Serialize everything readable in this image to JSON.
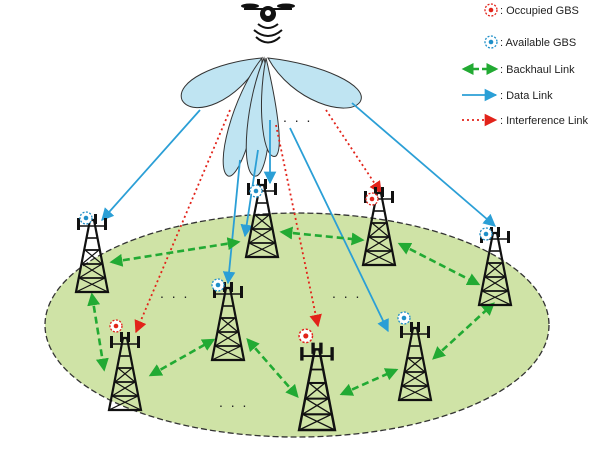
{
  "legend": {
    "occupied_gbs": ": Occupied GBS",
    "available_gbs": ": Available GBS",
    "backhaul_link": ": Backhaul Link",
    "data_link": ": Data Link",
    "interference_link": ": Interference Link"
  },
  "ellipsis": {
    "beams": ". . .",
    "mid_left": ". . .",
    "mid_right": ". . .",
    "bottom": ". . ."
  },
  "colors": {
    "ground_fill": "#cfe3a6",
    "beam_fill": "#bfe4f2",
    "backhaul": "#22aa33",
    "data_link": "#2b9fd6",
    "interference": "#e2231a",
    "occupied": "#e2231a",
    "available": "#1f8fc8"
  },
  "towers": [
    {
      "id": "t1",
      "status": "available"
    },
    {
      "id": "t2",
      "status": "available"
    },
    {
      "id": "t3",
      "status": "occupied"
    },
    {
      "id": "t4",
      "status": "available"
    },
    {
      "id": "t5",
      "status": "occupied"
    },
    {
      "id": "t6",
      "status": "available"
    },
    {
      "id": "t7",
      "status": "occupied"
    },
    {
      "id": "t8",
      "status": "available"
    }
  ]
}
